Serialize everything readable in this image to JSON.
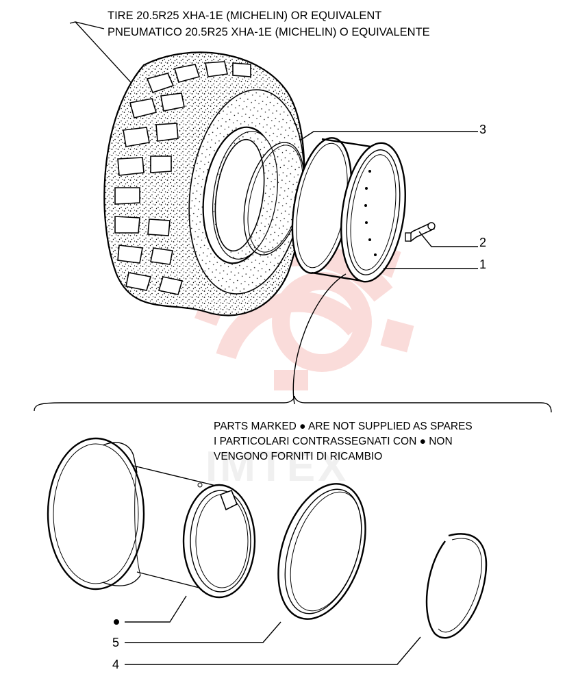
{
  "tire_title": {
    "line1": "TIRE 20.5R25 XHA-1E (MICHELIN) OR EQUIVALENT",
    "line2": "PNEUMATICO 20.5R25 XHA-1E (MICHELIN) O EQUIVALENTE"
  },
  "callouts": {
    "c1": "1",
    "c2": "2",
    "c3": "3",
    "c4": "4",
    "c5": "5"
  },
  "note": {
    "line1": "PARTS MARKED ● ARE NOT SUPPLIED AS SPARES",
    "line2": "I PARTICOLARI CONTRASSEGNATI CON  ● NON",
    "line3": "VENGONO FORNITI DI RICAMBIO"
  },
  "watermark": {
    "text": "IMTEX",
    "color": "#e8443a"
  }
}
